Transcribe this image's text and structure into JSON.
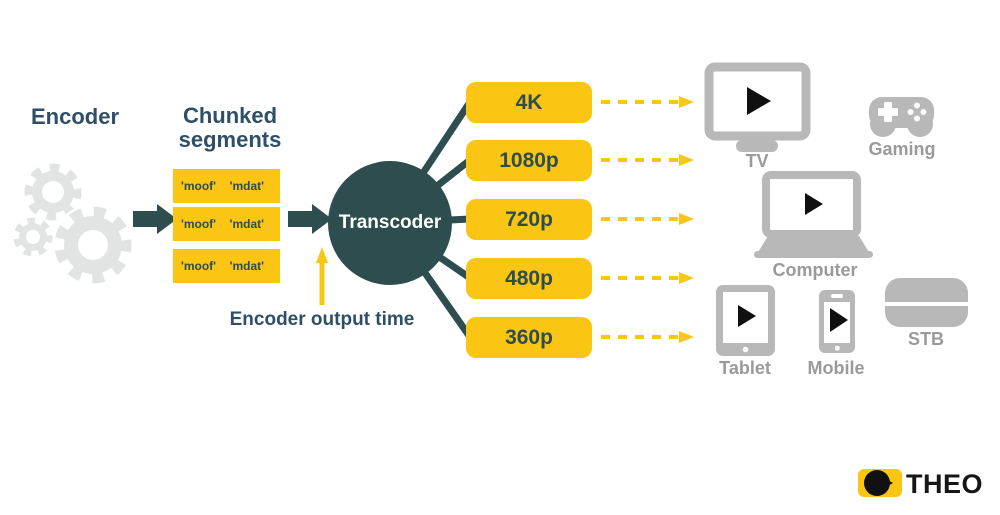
{
  "titles": {
    "encoder": "Encoder",
    "chunked_segments": "Chunked segments",
    "transcoder": "Transcoder",
    "encoder_output_time": "Encoder output time"
  },
  "segments": {
    "rows": [
      {
        "moof": "'moof'",
        "mdat": "'mdat'"
      },
      {
        "moof": "'moof'",
        "mdat": "'mdat'"
      },
      {
        "moof": "'moof'",
        "mdat": "'mdat'"
      }
    ]
  },
  "resolutions": [
    "4K",
    "1080p",
    "720p",
    "480p",
    "360p"
  ],
  "devices": {
    "tv": "TV",
    "gaming": "Gaming",
    "computer": "Computer",
    "tablet": "Tablet",
    "mobile": "Mobile",
    "stb": "STB"
  },
  "logo": {
    "text": "THEO"
  },
  "colors": {
    "accent_yellow": "#FBC513",
    "teal": "#2D4D4E",
    "heading_blue": "#2F4F68",
    "device_gray": "#B8B8B8",
    "gear_gray": "#E2E4E4",
    "label_gray": "#9A9A9A",
    "play_triangle": "#101010"
  }
}
